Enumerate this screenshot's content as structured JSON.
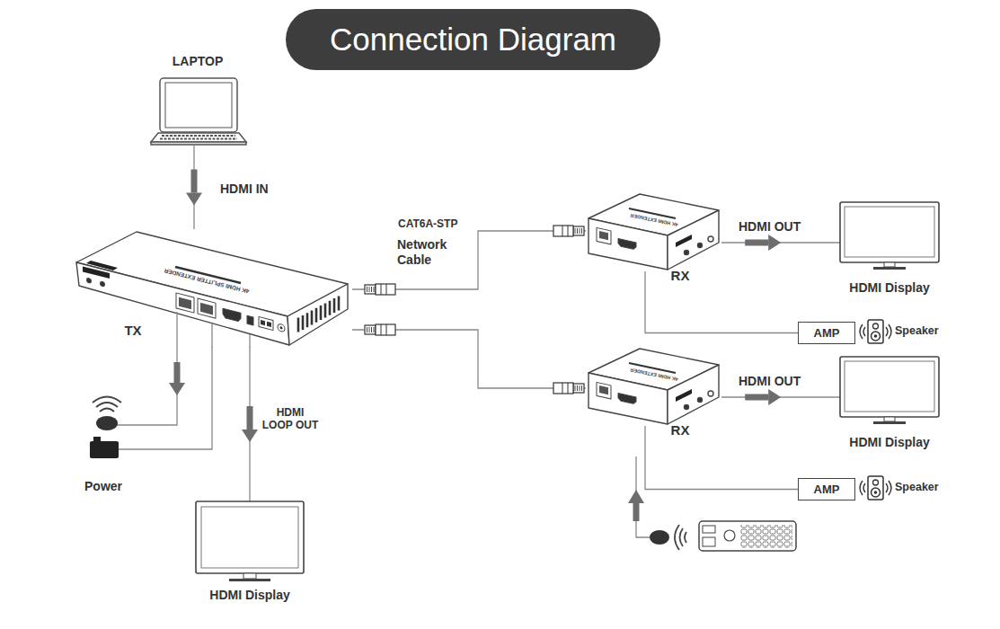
{
  "diagram": {
    "title": "Connection Diagram",
    "nodes": [
      {
        "text": [
          "LAPTOP"
        ]
      },
      {
        "text": [
          "TX"
        ]
      },
      {
        "text": [
          "RX"
        ]
      },
      {
        "text": [
          "HDMI Display"
        ]
      },
      {
        "text": [
          "AMP"
        ]
      },
      {
        "text": [
          "Speaker"
        ]
      },
      {
        "text": [
          "RX"
        ]
      },
      {
        "text": [
          "HDMI Display"
        ]
      },
      {
        "text": [
          "AMP"
        ]
      },
      {
        "text": [
          "Speaker"
        ]
      },
      {
        "text": [
          "HDMI Display"
        ]
      },
      {
        "text": [
          "Power"
        ]
      }
    ],
    "edges": [
      {
        "from": 0,
        "to": 1,
        "label": "HDMI IN",
        "arrow": "to"
      },
      {
        "from": 1,
        "to": 2,
        "label": "Network Cable",
        "arrow": "none"
      },
      {
        "from": 1,
        "to": 6,
        "arrow": "none"
      },
      {
        "from": 2,
        "to": 3,
        "label": "HDMI OUT",
        "arrow": "to"
      },
      {
        "from": 6,
        "to": 7,
        "label": "HDMI OUT",
        "arrow": "to"
      },
      {
        "from": 2,
        "to": 4,
        "arrow": "none"
      },
      {
        "from": 6,
        "to": 8,
        "arrow": "none"
      },
      {
        "from": 1,
        "to": 10,
        "label": "HDMI LOOP OUT",
        "arrow": "to"
      },
      {
        "from": 1,
        "to": 11,
        "arrow": "none"
      }
    ],
    "labels": [
      "CAT6A-STP",
      "4K HDMI SPLITTER EXTENDER",
      "4K HDMI EXTENDER",
      "4K HDMI EXTENDER"
    ]
  }
}
